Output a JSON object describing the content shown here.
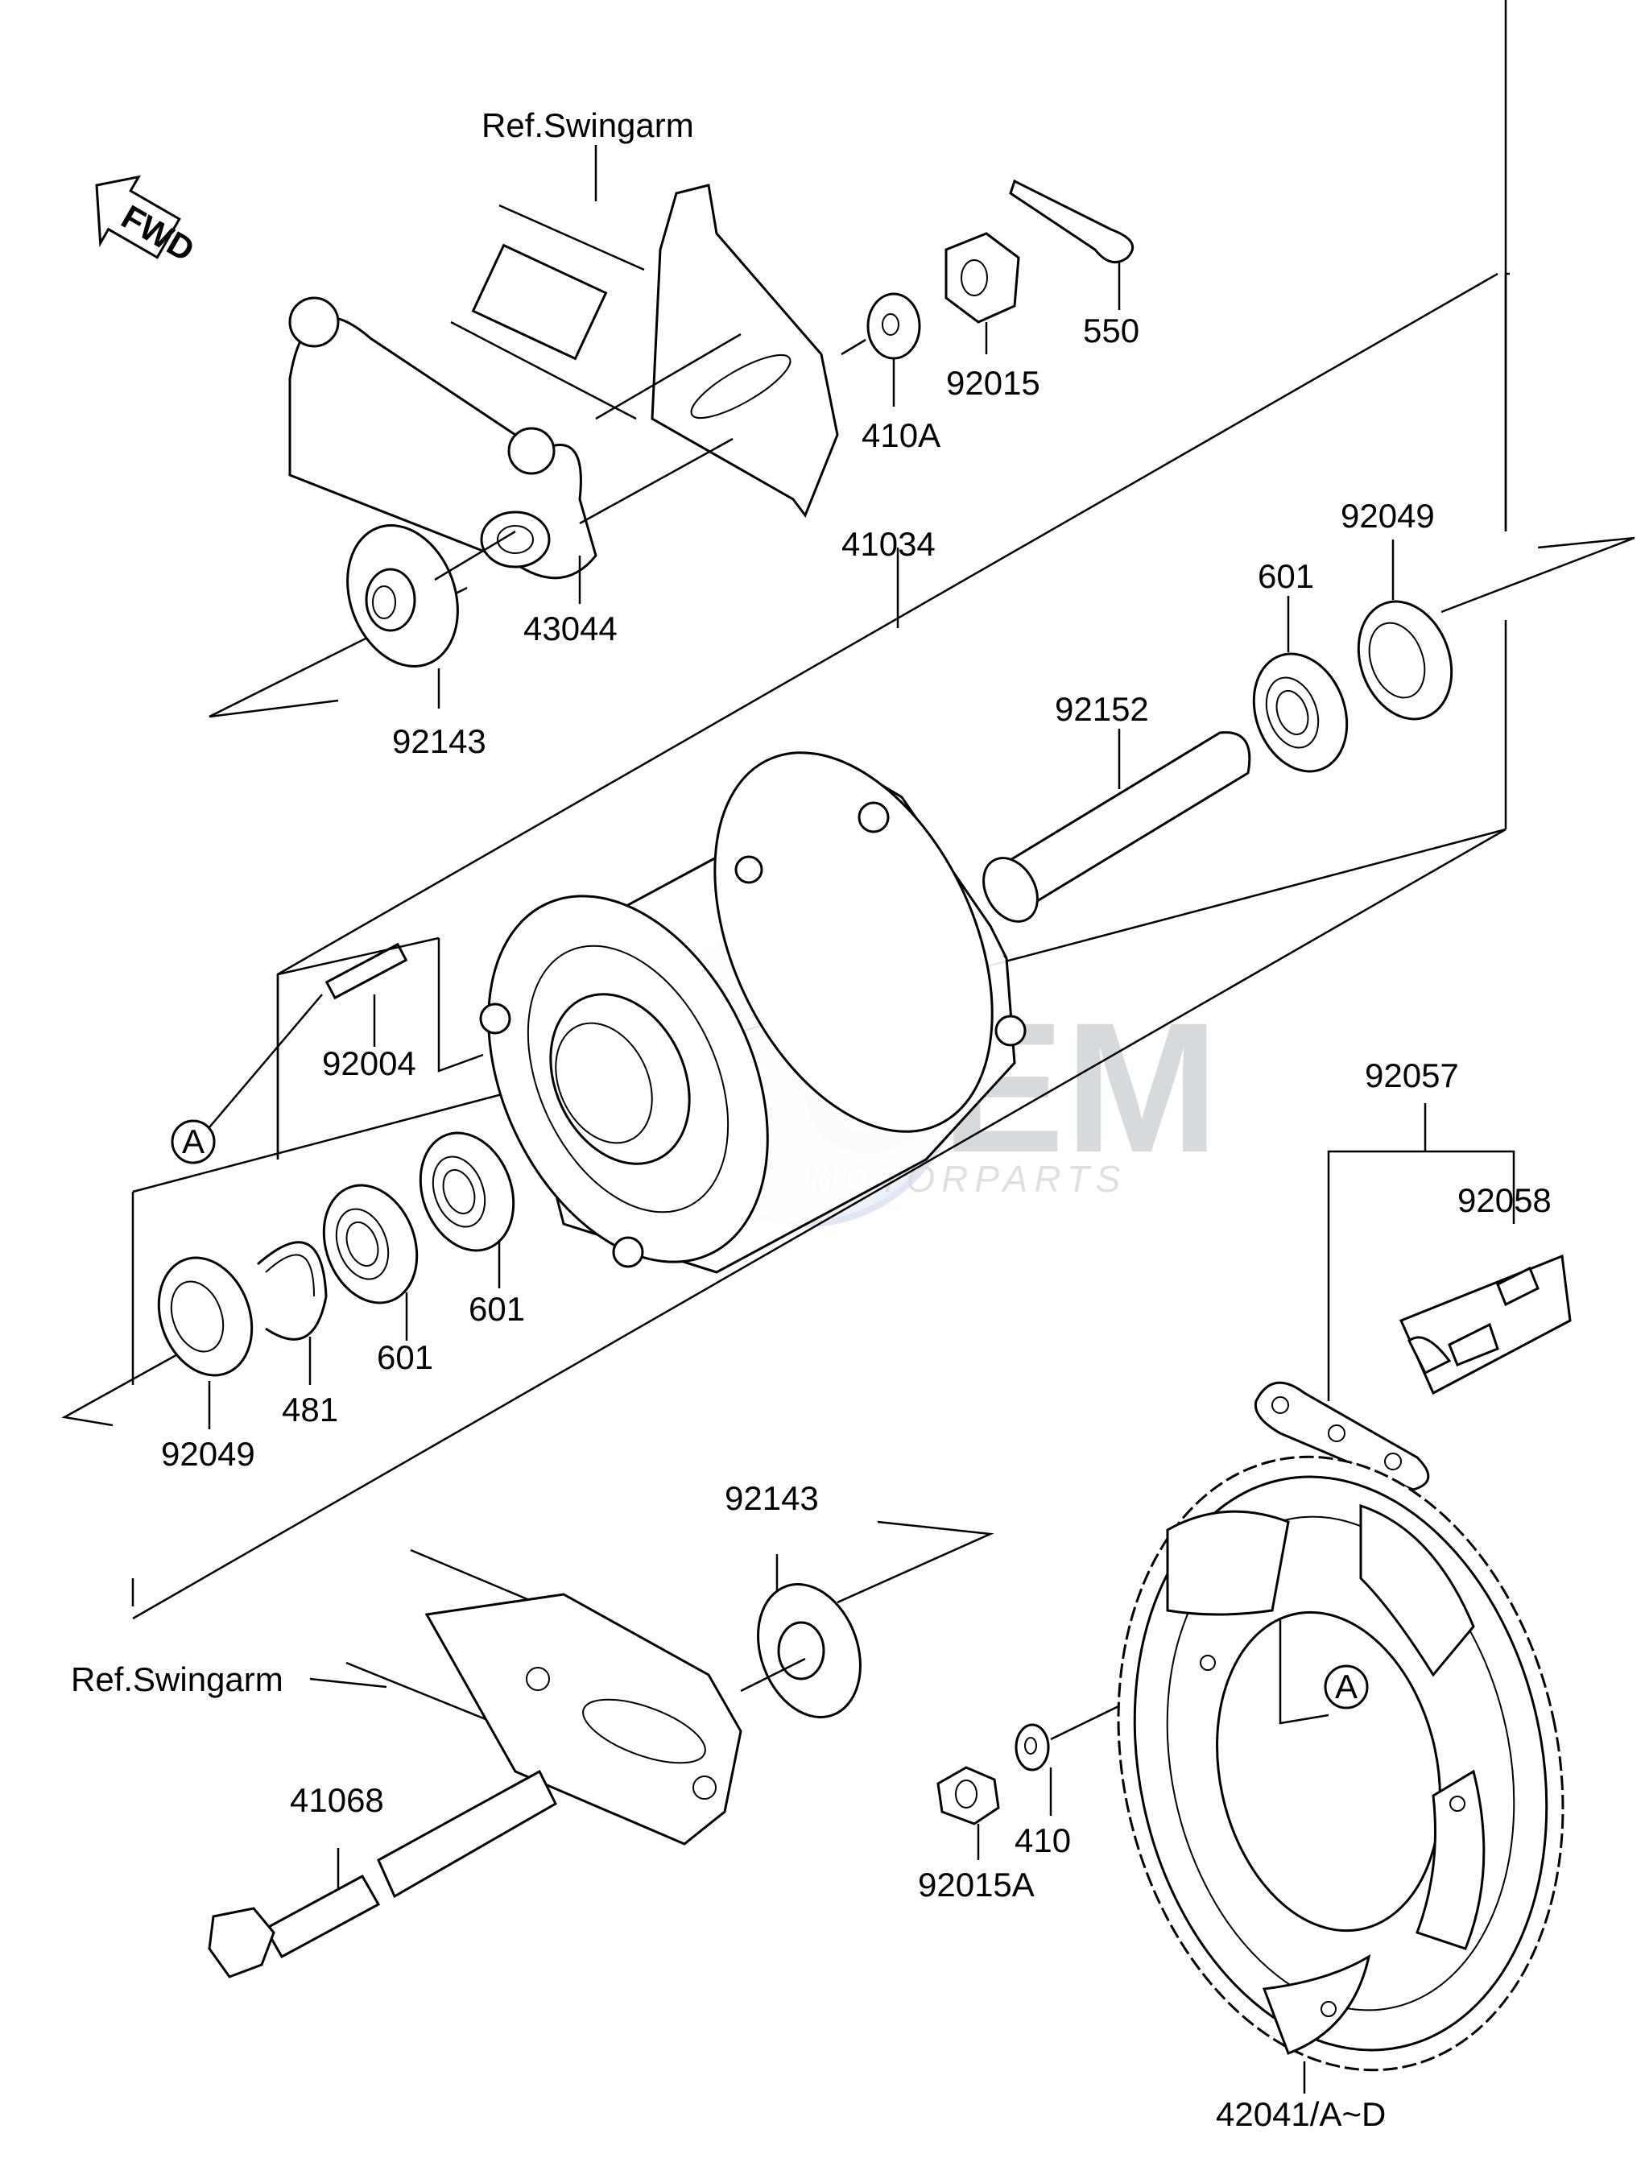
{
  "labels": {
    "ref_swingarm_top": "Ref.Swingarm",
    "ref_swingarm_bottom": "Ref.Swingarm",
    "fwd": "FWD",
    "p550": "550",
    "p92015": "92015",
    "p410A": "410A",
    "p43044": "43044",
    "p92143_top": "92143",
    "p41034": "41034",
    "p92049_right": "92049",
    "p601_right": "601",
    "p92152": "92152",
    "p92004": "92004",
    "ref_a_left": "A",
    "p601_mid": "601",
    "p601_left": "601",
    "p481": "481",
    "p92049_left": "92049",
    "p92057": "92057",
    "p92058": "92058",
    "p92143_bottom": "92143",
    "p41068": "41068",
    "p410": "410",
    "p92015A": "92015A",
    "ref_a_sprocket": "A",
    "p42041": "42041/A~D"
  },
  "watermark": {
    "brand": "OEM",
    "sub": "MOTORPARTS",
    "accent": "#c9d4e8"
  }
}
